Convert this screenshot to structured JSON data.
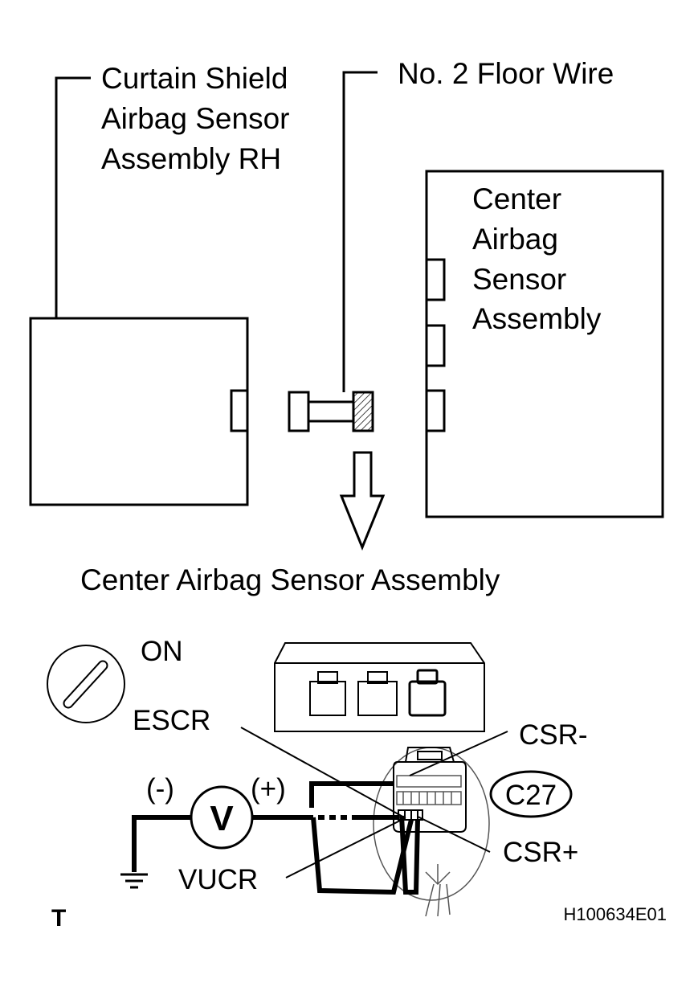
{
  "labels": {
    "curtain_shield": [
      "Curtain Shield",
      "Airbag Sensor",
      "Assembly RH"
    ],
    "floor_wire": "No. 2 Floor Wire",
    "center_sensor_box": [
      "Center",
      "Airbag",
      "Sensor",
      "Assembly"
    ],
    "center_sensor_heading": "Center Airbag Sensor Assembly",
    "ignition": "ON",
    "escr": "ESCR",
    "csr_minus": "CSR-",
    "csr_plus": "CSR+",
    "connector_id": "C27",
    "vucr": "VUCR",
    "meter_negative": "(-)",
    "meter_positive": "(+)",
    "meter_symbol": "V",
    "corner_mark": "T",
    "figure_code": "H100634E01"
  },
  "icons": {
    "ignition_switch": "ignition-key-icon",
    "voltmeter": "voltmeter-icon",
    "ground": "ground-icon",
    "arrow": "down-arrow-icon"
  },
  "colors": {
    "line": "#000000",
    "background": "#ffffff",
    "hatch": "#000000"
  }
}
